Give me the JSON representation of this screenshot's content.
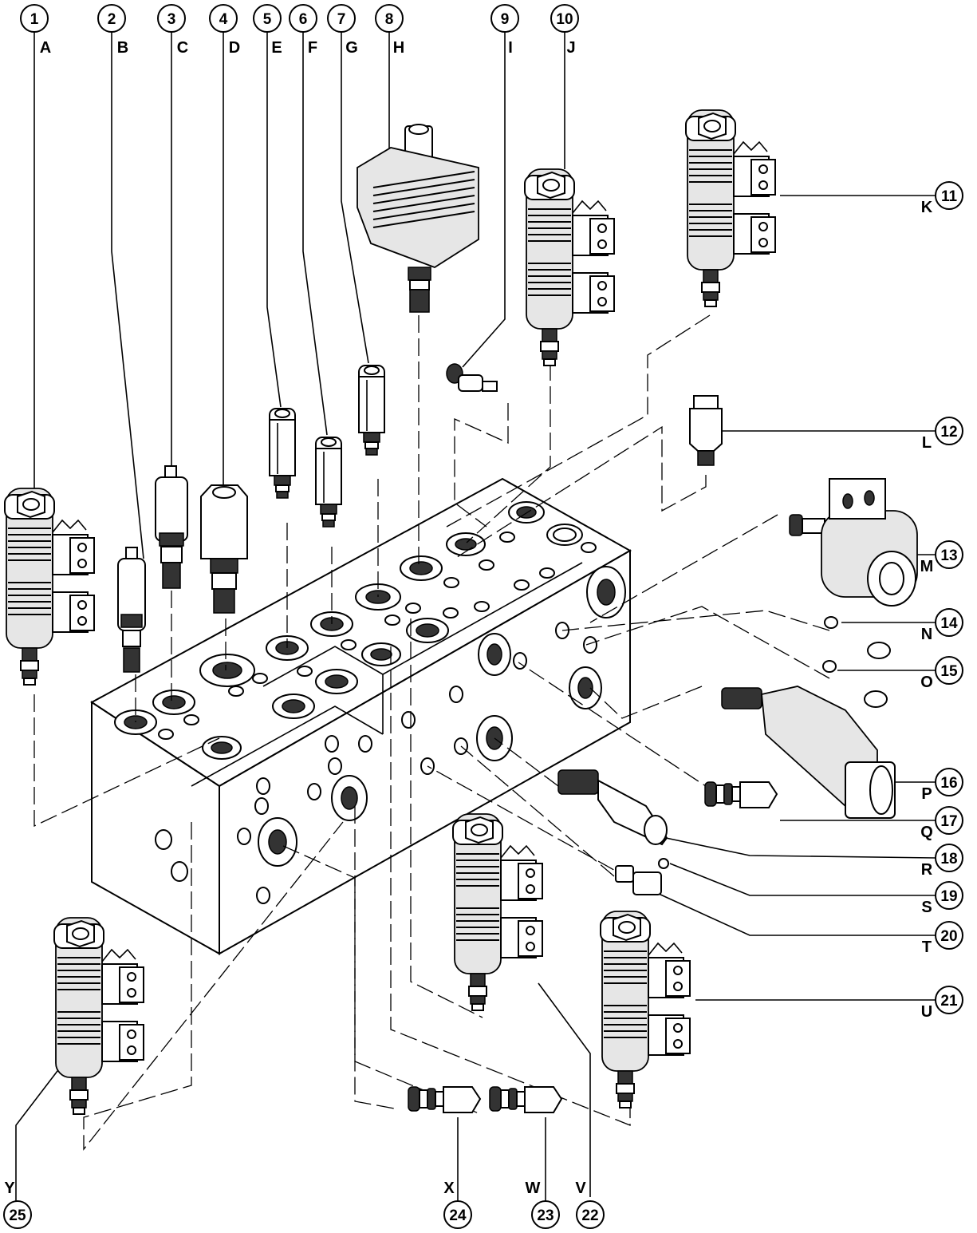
{
  "callouts": [
    {
      "num": "1",
      "letter": "A"
    },
    {
      "num": "2",
      "letter": "B"
    },
    {
      "num": "3",
      "letter": "C"
    },
    {
      "num": "4",
      "letter": "D"
    },
    {
      "num": "5",
      "letter": "E"
    },
    {
      "num": "6",
      "letter": "F"
    },
    {
      "num": "7",
      "letter": "G"
    },
    {
      "num": "8",
      "letter": "H"
    },
    {
      "num": "9",
      "letter": "I"
    },
    {
      "num": "10",
      "letter": "J"
    },
    {
      "num": "11",
      "letter": "K"
    },
    {
      "num": "12",
      "letter": "L"
    },
    {
      "num": "13",
      "letter": "M"
    },
    {
      "num": "14",
      "letter": "N"
    },
    {
      "num": "15",
      "letter": "O"
    },
    {
      "num": "16",
      "letter": "P"
    },
    {
      "num": "17",
      "letter": "Q"
    },
    {
      "num": "18",
      "letter": "R"
    },
    {
      "num": "19",
      "letter": "S"
    },
    {
      "num": "20",
      "letter": "T"
    },
    {
      "num": "21",
      "letter": "U"
    },
    {
      "num": "22",
      "letter": "V"
    },
    {
      "num": "23",
      "letter": "W"
    },
    {
      "num": "24",
      "letter": "X"
    },
    {
      "num": "25",
      "letter": "Y"
    }
  ],
  "colors": {
    "ink": "#000000",
    "background": "#ffffff",
    "shade": "#e6e6e6"
  }
}
